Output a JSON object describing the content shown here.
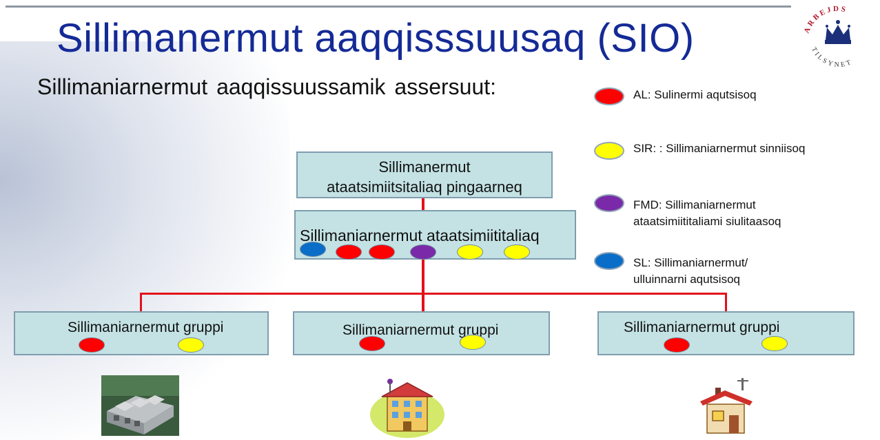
{
  "slide": {
    "title": "Sillimanermut aaqqisssuusaq (SIO)",
    "subtitle": "Sillimaniarnermut aaqqissuussamik assersuut:"
  },
  "logo": {
    "arc_text": "ARBEJDS",
    "bottom_text": "TILSYNET",
    "icon": "crown-icon"
  },
  "org": {
    "top_box": {
      "line1": "Sillimanermut",
      "line2": "ataatsimiitsitaliaq pingaarneq"
    },
    "mid_box": {
      "label": "Sillimaniarnermut ataatsimiititaliaq",
      "dots": [
        "blue",
        "red",
        "red",
        "purple",
        "yellow",
        "yellow"
      ]
    },
    "groups": [
      {
        "label": "Sillimaniarnermut gruppi",
        "dots": [
          "red",
          "yellow"
        ],
        "picture": "factory-icon"
      },
      {
        "label": "Sillimaniarnermut gruppi",
        "dots": [
          "red",
          "yellow"
        ],
        "picture": "school-building-icon"
      },
      {
        "label": "Sillimaniarnermut gruppi",
        "dots": [
          "red",
          "yellow"
        ],
        "picture": "house-icon"
      }
    ]
  },
  "legend": [
    {
      "color": "#ff0000",
      "line1": "AL: Sulinermi aqutsisoq",
      "line2": ""
    },
    {
      "color": "#ffff00",
      "line1": "SIR: : Sillimaniarnermut sinniisoq",
      "line2": ""
    },
    {
      "color": "#7a2aa8",
      "line1": "FMD: Sillimaniarnermut",
      "line2": "ataatsimiititaliami siulitaasoq"
    },
    {
      "color": "#0a6ec8",
      "line1": "SL: Sillimaniarnermut/",
      "line2": "ulluinnarni aqutsisoq"
    }
  ],
  "colors": {
    "title": "#142a96",
    "box_fill": "#c4e2e4",
    "connector": "#e3101a"
  }
}
